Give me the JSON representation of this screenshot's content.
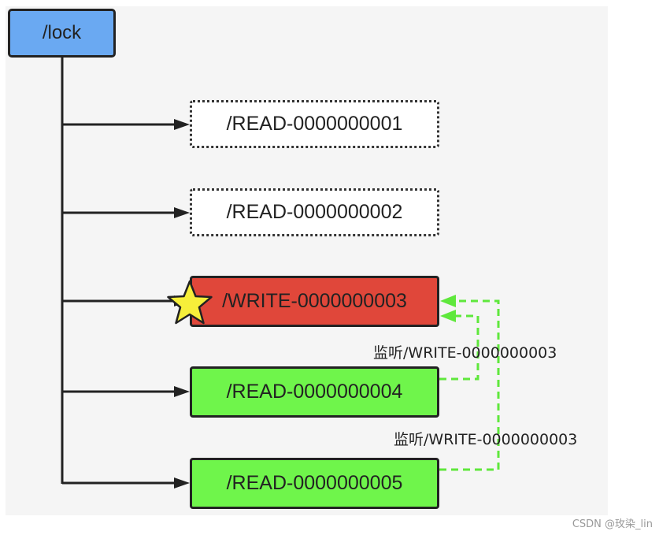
{
  "nodes": {
    "root": "/lock",
    "read1": "/READ-0000000001",
    "read2": "/READ-0000000002",
    "write3": "/WRITE-0000000003",
    "read4": "/READ-0000000004",
    "read5": "/READ-0000000005"
  },
  "captions": {
    "watch1": "监听/WRITE-0000000003",
    "watch2": "监听/WRITE-0000000003"
  },
  "watermark": "CSDN @玫染_lin",
  "colors": {
    "root": "#6aa9f2",
    "write": "#e0473a",
    "read_active": "#6ff54b",
    "watch_line": "#5fe83c",
    "star": "#f6ef3a"
  }
}
